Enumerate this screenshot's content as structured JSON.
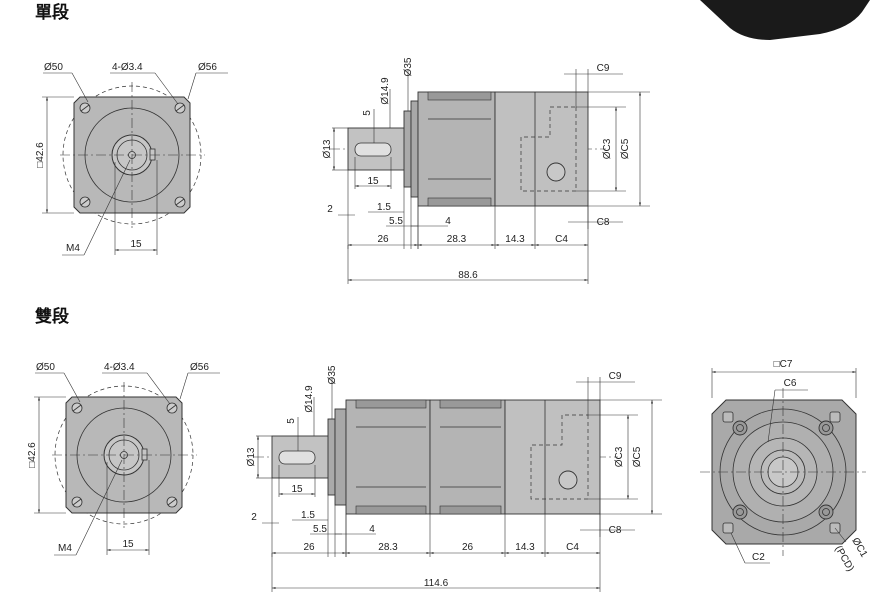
{
  "single": {
    "title": "單段",
    "front": {
      "pcd": "Ø50",
      "holes": "4-Ø3.4",
      "circle": "Ø56",
      "square": "□42.6",
      "thread": "M4",
      "key_offset": "15"
    },
    "side": {
      "flange_dia": "Ø35",
      "pilot_dia": "Ø14.9",
      "key_width": "5",
      "shaft_dia": "Ø13",
      "key_length": "15",
      "key_offset": "2",
      "flange_thk": "1.5",
      "pilot_len": "5.5",
      "gap": "4",
      "segments": [
        "26",
        "28.3",
        "14.3",
        "C4"
      ],
      "total": "88.6",
      "c9": "C9",
      "c8": "C8",
      "c3": "ØC3",
      "c5": "ØC5"
    }
  },
  "double": {
    "title": "雙段",
    "front": {
      "pcd": "Ø50",
      "holes": "4-Ø3.4",
      "circle": "Ø56",
      "square": "□42.6",
      "thread": "M4",
      "key_offset": "15"
    },
    "side": {
      "flange_dia": "Ø35",
      "pilot_dia": "Ø14.9",
      "key_width": "5",
      "shaft_dia": "Ø13",
      "key_length": "15",
      "key_offset": "2",
      "flange_thk": "1.5",
      "pilot_len": "5.5",
      "gap": "4",
      "segments": [
        "26",
        "28.3",
        "26",
        "14.3",
        "C4"
      ],
      "total": "114.6",
      "c9": "C9",
      "c8": "C8",
      "c3": "ØC3",
      "c5": "ØC5"
    }
  },
  "end_view": {
    "square": "□C7",
    "c6": "C6",
    "c2": "C2",
    "c1": "ØC1",
    "pcd": "(PCD)"
  },
  "colors": {
    "body": "#b4b4b4",
    "shaft": "#c2c2c2",
    "line": "#333333"
  }
}
